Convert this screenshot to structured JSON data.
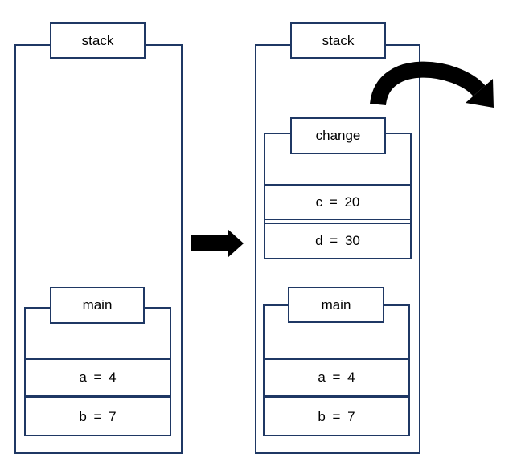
{
  "diagram": {
    "description": "Two call-stack snapshots: before and after pushing the change() frame onto the stack above main()",
    "colors": {
      "border": "#1f3864",
      "arrow": "#000000",
      "background": "#ffffff",
      "text": "#000000"
    },
    "left_stack": {
      "title": "stack",
      "frames": [
        {
          "name": "main",
          "vars": [
            "a = 4",
            "b = 7"
          ]
        }
      ]
    },
    "right_stack": {
      "title": "stack",
      "frames": [
        {
          "name": "change",
          "vars": [
            "c = 20",
            "d = 30"
          ]
        },
        {
          "name": "main",
          "vars": [
            "a = 4",
            "b = 7"
          ]
        }
      ]
    },
    "icons": {
      "transition": "right-arrow-icon",
      "pop_return": "curved-return-arrow-icon"
    }
  }
}
